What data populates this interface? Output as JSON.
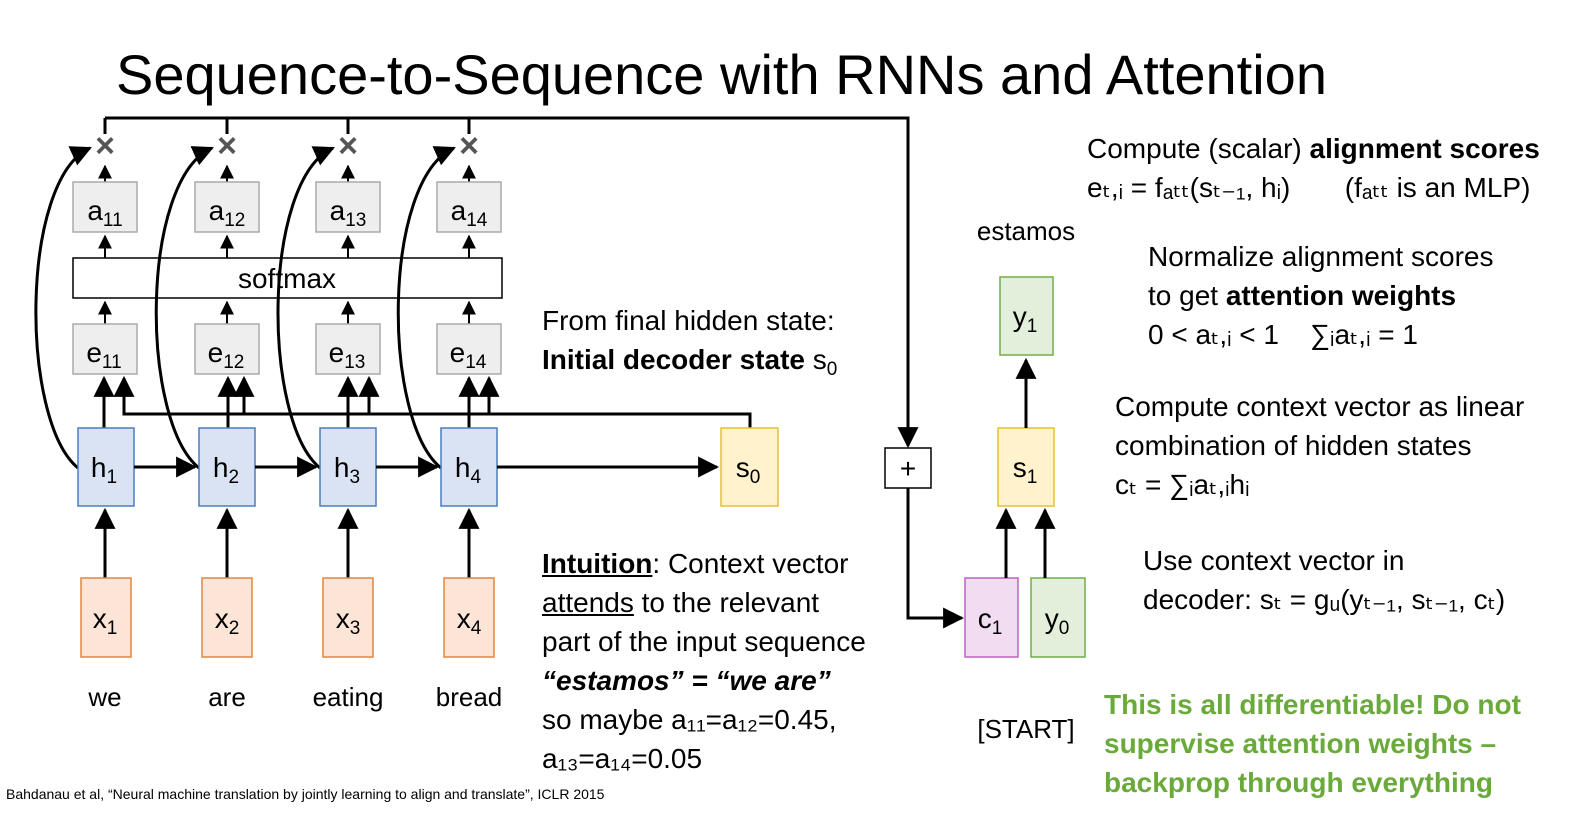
{
  "title": "Sequence-to-Sequence with RNNs and Attention",
  "encoder": {
    "words": [
      "we",
      "are",
      "eating",
      "bread"
    ],
    "x_nodes": [
      "x",
      "x",
      "x",
      "x"
    ],
    "x_subs": [
      "1",
      "2",
      "3",
      "4"
    ],
    "h_nodes": [
      "h",
      "h",
      "h",
      "h"
    ],
    "h_subs": [
      "1",
      "2",
      "3",
      "4"
    ]
  },
  "attention": {
    "e_nodes": [
      "e",
      "e",
      "e",
      "e"
    ],
    "e_subs": [
      "11",
      "12",
      "13",
      "14"
    ],
    "a_nodes": [
      "a",
      "a",
      "a",
      "a"
    ],
    "a_subs": [
      "11",
      "12",
      "13",
      "14"
    ],
    "softmax_label": "softmax",
    "multiply_symbol": "×"
  },
  "initial_state": {
    "label": "s",
    "sub": "0"
  },
  "decoder": {
    "plus_symbol": "+",
    "c_label": "c",
    "c_sub": "1",
    "y0_label": "y",
    "y0_sub": "0",
    "s1_label": "s",
    "s1_sub": "1",
    "y1_label": "y",
    "y1_sub": "1",
    "output_word": "estamos",
    "start_token": "[START]"
  },
  "annotations": {
    "from_final_line1": "From final hidden state:",
    "from_final_line2_bold": "Initial decoder state",
    "from_final_line2_var": "s",
    "from_final_line2_sub": "0",
    "intuition_bold": "Intuition",
    "intuition_line1_rest": ": Context vector",
    "intuition_line2_ul": "attends",
    "intuition_line2_rest": " to the relevant",
    "intuition_line3": "part of the input sequence",
    "intuition_line4_italic": "“estamos” = “we are”",
    "intuition_line5": "so maybe a₁₁=a₁₂=0.45,",
    "intuition_line6": "a₁₃=a₁₄=0.05"
  },
  "right_notes": {
    "align_line1_plain": "Compute (scalar) ",
    "align_line1_bold": "alignment scores",
    "align_line2": "eₜ,ᵢ = fₐₜₜ(sₜ₋₁, hᵢ)       (fₐₜₜ is an MLP)",
    "norm_line1": "Normalize alignment scores",
    "norm_line2_plain": "to get ",
    "norm_line2_bold": "attention weights",
    "norm_line3": "0 < aₜ,ᵢ < 1    ∑ᵢaₜ,ᵢ = 1",
    "ctx_line1": "Compute context vector as linear",
    "ctx_line2": "combination of hidden states",
    "ctx_line3": "cₜ = ∑ᵢaₜ,ᵢhᵢ",
    "use_line1": "Use context vector in",
    "use_line2": "decoder: sₜ = gᵤ(yₜ₋₁, sₜ₋₁, cₜ)",
    "green_line1": "This is all differentiable! Do not",
    "green_line2": "supervise attention weights –",
    "green_line3": "backprop through everything"
  },
  "citation": "Bahdanau et al, “Neural machine translation by jointly learning to align and translate”, ICLR 2015",
  "colors": {
    "x_fill": "#fce4d6",
    "x_stroke": "#e3853f",
    "h_fill": "#dae3f3",
    "h_stroke": "#4a7ebb",
    "s_fill": "#fff2cc",
    "s_stroke": "#e6c12e",
    "gray_fill": "#eeeeee",
    "gray_stroke": "#aaaaaa",
    "c_fill": "#f2dcf2",
    "c_stroke": "#c060c0",
    "y_fill": "#e2efda",
    "y_stroke": "#70ad47",
    "green_text": "#6aaa3a"
  }
}
